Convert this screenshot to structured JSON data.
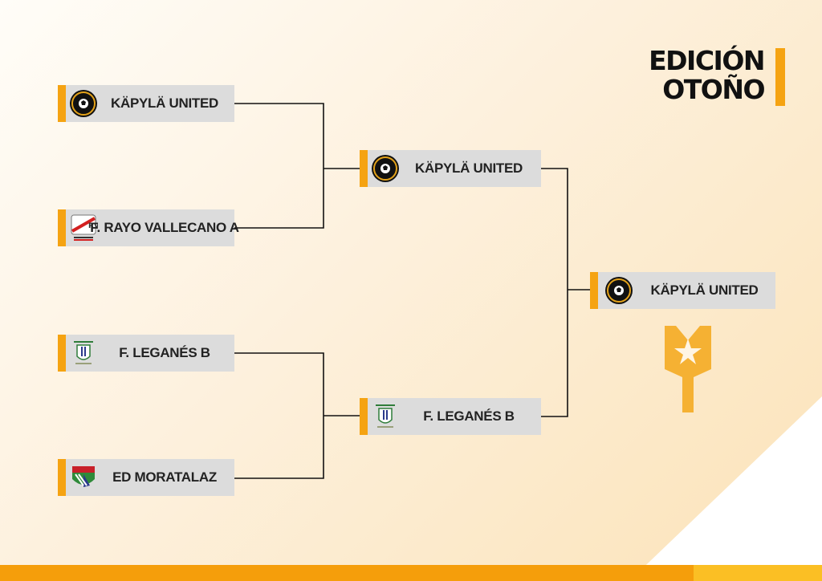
{
  "edition": {
    "line1": "EDICIÓN",
    "line2": "OTOÑO"
  },
  "colors": {
    "accent": "#f5a312",
    "box": "#dcdcdc",
    "text": "#222222"
  },
  "bracket": {
    "round1": [
      {
        "team": "KÄPYLÄ UNITED",
        "logo": "kapyla-united-crest"
      },
      {
        "team": "F. RAYO VALLECANO A",
        "logo": "rayo-vallecano-crest"
      },
      {
        "team": "F. LEGANÉS B",
        "logo": "leganes-crest"
      },
      {
        "team": "ED MORATALAZ",
        "logo": "moratalaz-crest"
      }
    ],
    "semifinals": [
      {
        "team": "KÄPYLÄ UNITED",
        "logo": "kapyla-united-crest"
      },
      {
        "team": "F. LEGANÉS B",
        "logo": "leganes-crest"
      }
    ],
    "final": {
      "team": "KÄPYLÄ UNITED",
      "logo": "kapyla-united-crest"
    }
  }
}
